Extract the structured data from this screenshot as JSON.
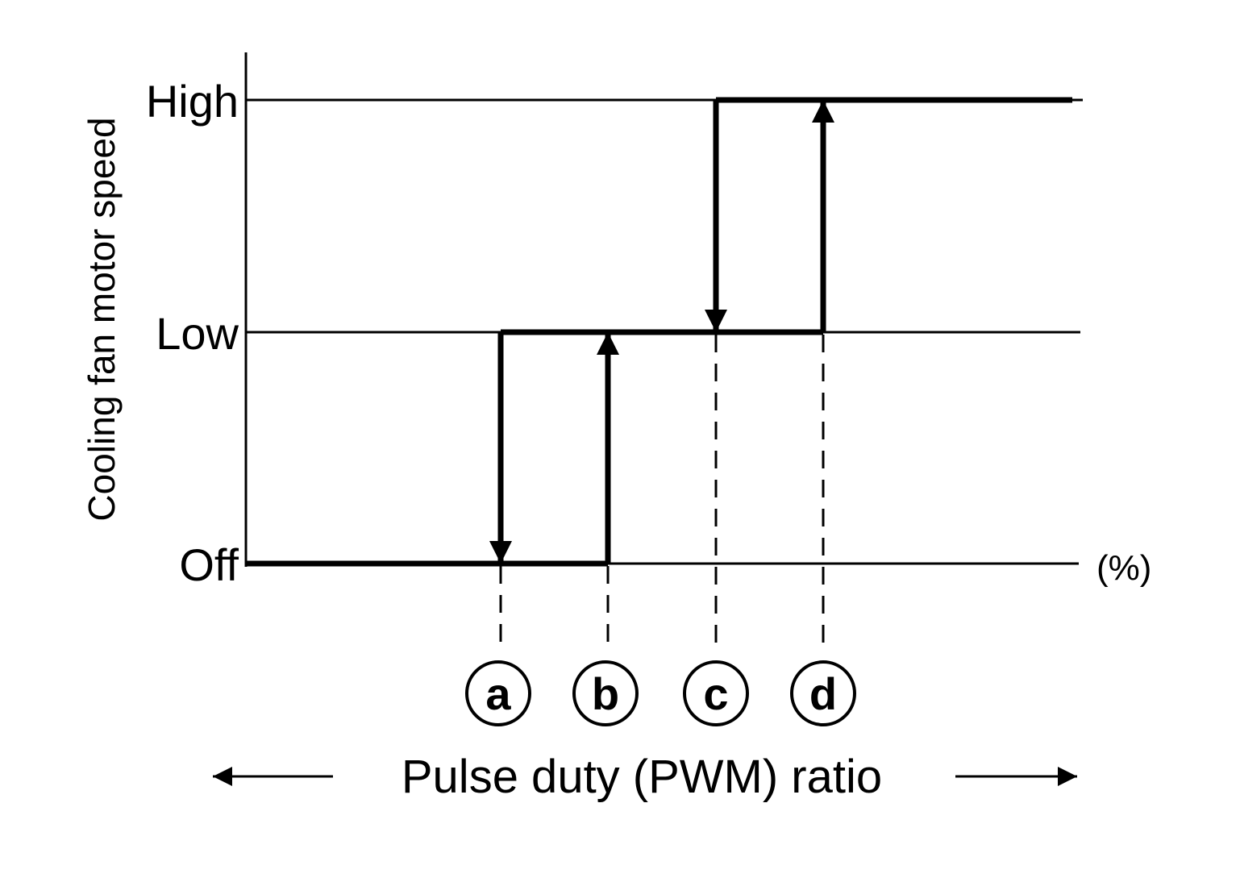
{
  "y_axis": {
    "label": "Cooling fan motor speed",
    "levels": [
      "High",
      "Low",
      "Off"
    ]
  },
  "x_axis": {
    "label": "Pulse duty (PWM) ratio",
    "unit": "(%)"
  },
  "markers": [
    "a",
    "b",
    "c",
    "d"
  ]
}
